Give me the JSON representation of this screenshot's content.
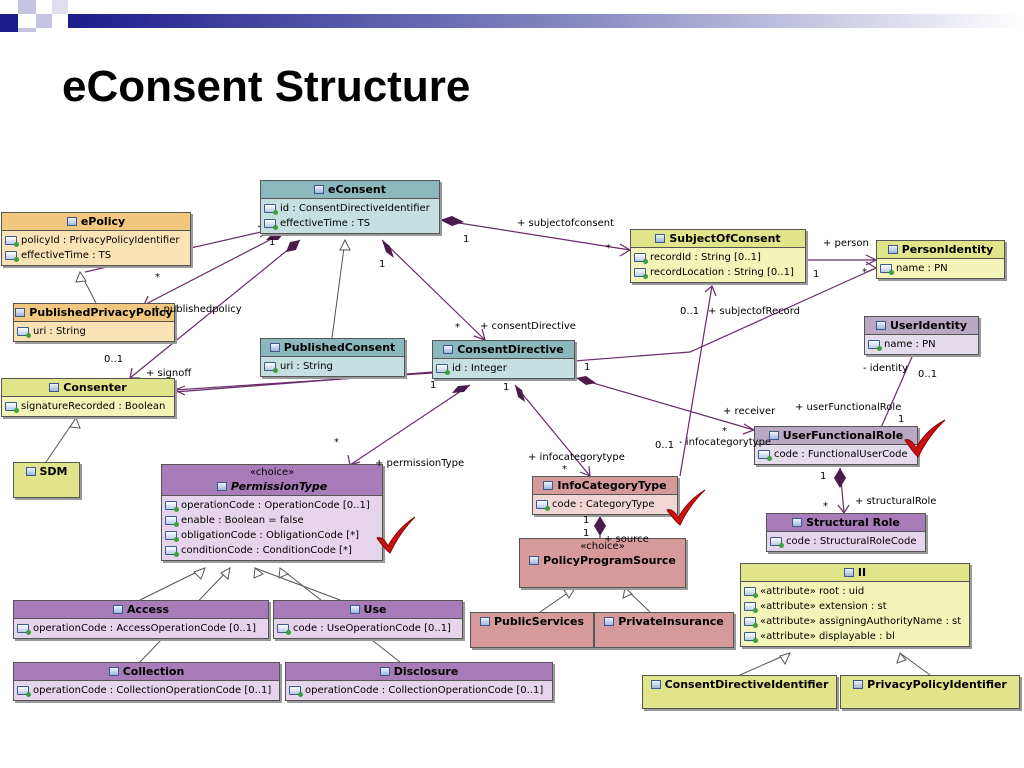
{
  "slide": {
    "title": "eConsent Structure"
  },
  "colors": {
    "banner": "#1c1c8c",
    "purple": "#a87cb8",
    "check": "#cc1111"
  },
  "classes": {
    "econsent": {
      "name": "eConsent",
      "attrs": [
        "id : ConsentDirectiveIdentifier",
        "effectiveTime : TS"
      ]
    },
    "epolicy": {
      "name": "ePolicy",
      "attrs": [
        "policyId : PrivacyPolicyIdentifier",
        "effectiveTime : TS"
      ]
    },
    "published_privacy_policy": {
      "name": "PublishedPrivacyPolicy",
      "attrs": [
        "uri : String"
      ]
    },
    "published_consent": {
      "name": "PublishedConsent",
      "attrs": [
        "uri : String"
      ]
    },
    "consenter": {
      "name": "Consenter",
      "attrs": [
        "signatureRecorded : Boolean"
      ]
    },
    "sdm": {
      "name": "SDM",
      "attrs": []
    },
    "subject_of_consent": {
      "name": "SubjectOfConsent",
      "attrs": [
        "recordId : String [0..1]",
        "recordLocation : String [0..1]"
      ]
    },
    "person_identity": {
      "name": "PersonIdentity",
      "attrs": [
        "name : PN"
      ]
    },
    "user_identity": {
      "name": "UserIdentity",
      "attrs": [
        "name : PN"
      ]
    },
    "consent_directive": {
      "name": "ConsentDirective",
      "attrs": [
        "id : Integer"
      ]
    },
    "user_functional_role": {
      "name": "UserFunctionalRole",
      "attrs": [
        "code : FunctionalUserCode"
      ]
    },
    "structural_role": {
      "name": "Structural Role",
      "attrs": [
        "code : StructuralRoleCode"
      ]
    },
    "permission_type": {
      "stereotype": "«choice»",
      "name": "PermissionType",
      "attrs": [
        "operationCode : OperationCode [0..1]",
        "enable : Boolean = false",
        "obligationCode : ObligationCode [*]",
        "conditionCode : ConditionCode [*]"
      ]
    },
    "info_category_type": {
      "name": "InfoCategoryType",
      "attrs": [
        "code : CategoryType"
      ]
    },
    "policy_program_source": {
      "stereotype": "«choice»",
      "name": "PolicyProgramSource",
      "attrs": []
    },
    "public_services": {
      "name": "PublicServices",
      "attrs": []
    },
    "private_insurance": {
      "name": "PrivateInsurance",
      "attrs": []
    },
    "ii": {
      "name": "II",
      "attrs": [
        "«attribute» root : uid",
        "«attribute» extension : st",
        "«attribute» assigningAuthorityName : st",
        "«attribute» displayable : bl"
      ]
    },
    "access": {
      "name": "Access",
      "attrs": [
        "operationCode : AccessOperationCode [0..1]"
      ]
    },
    "use": {
      "name": "Use",
      "attrs": [
        "code : UseOperationCode [0..1]"
      ]
    },
    "collection": {
      "name": "Collection",
      "attrs": [
        "operationCode : CollectionOperationCode [0..1]"
      ]
    },
    "disclosure": {
      "name": "Disclosure",
      "attrs": [
        "operationCode : CollectionOperationCode [0..1]"
      ]
    },
    "consent_directive_identifier": {
      "name": "ConsentDirectiveIdentifier",
      "attrs": []
    },
    "privacy_policy_identifier": {
      "name": "PrivacyPolicyIdentifier",
      "attrs": []
    }
  },
  "labels": {
    "subjectofconsent": "+ subjectofconsent",
    "person": "+ person",
    "publishedpolicy": "+ publishedpolicy",
    "signoff": "+ signoff",
    "consent_directive": "+ consentDirective",
    "subject_of_record": "+ subjectofRecord",
    "identity": "- identity",
    "receiver": "+ receiver",
    "user_functional_role": "+ userFunctionalRole",
    "permission_type": "+ permissionType",
    "infocategorytype": "+ infocategorytype",
    "infocategorytype_private": "- infocategorytype",
    "source": "+ source",
    "structural_role": "+ structuralRole"
  },
  "multiplicities": {
    "econsent_one_left": "1",
    "econsent_one_right": "1",
    "econsent_one_down": "1",
    "subject_star": "*",
    "soc_one": "1",
    "person_star": "*",
    "epolicy_star": "*",
    "ppp_zero_one": "0..1",
    "cd_star": "*",
    "cd_one_left": "1",
    "cd_one_mid": "1",
    "cd_one_right": "1",
    "soc_zero_one": "0..1",
    "ui_zero_one": "0..1",
    "ufr_one": "1",
    "receiver_star": "*",
    "perm_star": "*",
    "ict_star": "*",
    "ict_zero_one": "0..1",
    "ict_one_a": "1",
    "ict_one_b": "1",
    "ufr_one_b": "1",
    "sr_star": "*"
  }
}
